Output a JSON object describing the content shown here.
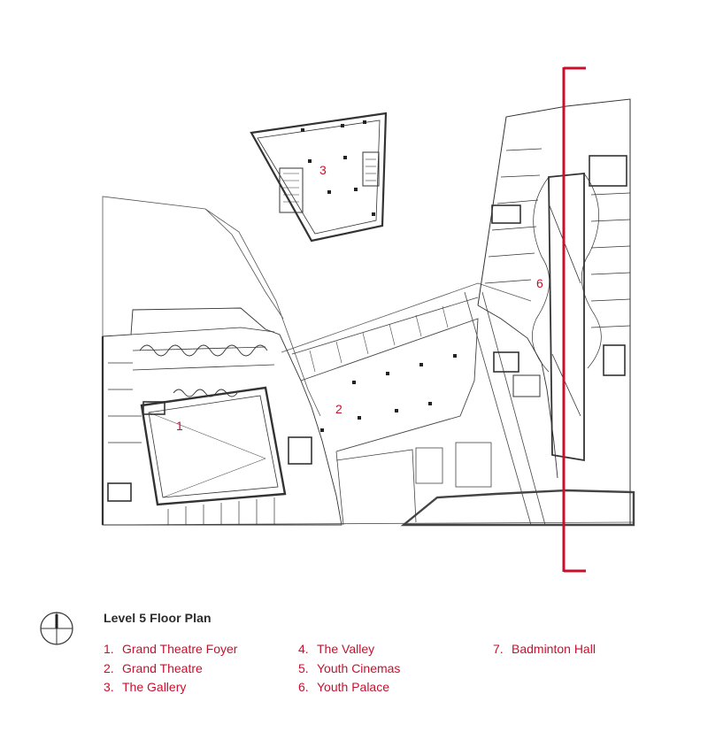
{
  "plan": {
    "labels": [
      {
        "id": "1",
        "text": "1"
      },
      {
        "id": "2",
        "text": "2"
      },
      {
        "id": "3",
        "text": "3"
      },
      {
        "id": "6",
        "text": "6"
      }
    ]
  },
  "legend": {
    "title": "Level 5 Floor Plan",
    "items": [
      {
        "num": "1.",
        "name": "Grand Theatre Foyer"
      },
      {
        "num": "2.",
        "name": "Grand Theatre"
      },
      {
        "num": "3.",
        "name": "The Gallery"
      },
      {
        "num": "4.",
        "name": "The Valley"
      },
      {
        "num": "5.",
        "name": "Youth Cinemas"
      },
      {
        "num": "6.",
        "name": "Youth Palace"
      },
      {
        "num": "7.",
        "name": "Badminton Hall"
      }
    ]
  },
  "colors": {
    "accent": "#c8102e",
    "linework": "#333333",
    "text": "#2b2b2b"
  },
  "icons": {
    "north_marker": "compass-north-icon",
    "section_cut": "section-cut-line"
  }
}
